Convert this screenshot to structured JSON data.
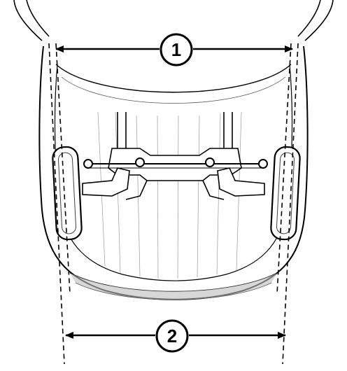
{
  "diagram": {
    "callouts": [
      {
        "id": "1",
        "label": "1"
      },
      {
        "id": "2",
        "label": "2"
      }
    ],
    "colors": {
      "line": "#000000",
      "shade": "#bdbdbd",
      "background": "#ffffff"
    }
  }
}
